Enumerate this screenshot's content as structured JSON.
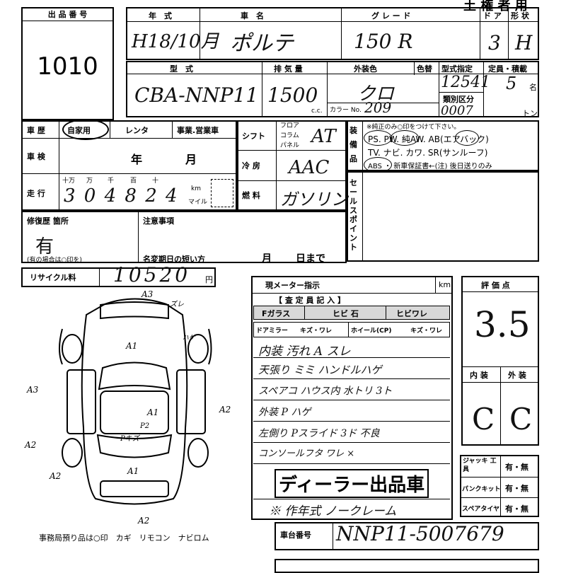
{
  "header": {
    "corner_label": "出 品 番 号",
    "lot_number": "1010",
    "top_right": "土 権 者 用",
    "col_year": "年　式",
    "col_model": "車　名",
    "col_grade": "グ レ ー ド",
    "col_door": "ド ア",
    "col_shape": "形 状",
    "year_value": "H18/10月",
    "model_value": "ポルテ",
    "grade_value": "150 R",
    "door_value": "3",
    "shape_value": "H"
  },
  "spec": {
    "col_type": "型　式",
    "col_disp": "排 気 量",
    "col_color": "外装色",
    "col_color2": "色替",
    "col_designation": "型式指定",
    "col_capacity": "定員・積載",
    "type_value": "CBA-NNP11",
    "disp_value": "1500",
    "disp_unit": "c.c.",
    "color_value": "クロ",
    "color_no_label": "カラー No.",
    "color_no": "209",
    "designation_value": "12541",
    "class_label": "類別区分",
    "class_value": "0007",
    "capacity_value": "5",
    "capacity_unit": "名",
    "ton_unit": "トン"
  },
  "history": {
    "label": "車 歴",
    "options": [
      "自家用",
      "レンタ",
      "事業.営業車"
    ],
    "inspect_label": "車 検",
    "year_unit": "年",
    "month_unit": "月",
    "mileage_label": "走 行",
    "digit_units": [
      "十万",
      "万",
      "千",
      "百",
      "十",
      "km"
    ],
    "mileage_value": "3 0 4 8 2 4",
    "mile_label": "マイル"
  },
  "mid": {
    "shift_label": "シフト",
    "shift_opts": [
      "フロア",
      "コラム",
      "パネル"
    ],
    "shift_value": "AT",
    "ac_label": "冷 房",
    "ac_value": "AAC",
    "fuel_label": "燃 料",
    "fuel_value": "ガソリン"
  },
  "equipment": {
    "label": "装 備 品",
    "note": "※純正のみ○印をつけて下さい。",
    "line1": "PS. PW. 純AW. AB(エアバック)",
    "line2": "TV. ナビ. カワ. SR(サンルーフ)",
    "line3": "ABS ・ 新車保証書←(注) 後日送りのみ"
  },
  "sales_point_label": "セールスポイント",
  "repair": {
    "label": "修復歴 箇所",
    "value": "有",
    "note": "(有の場合は○印を)",
    "caution_label": "注意事項",
    "name_change": "名変期日の短い方",
    "month": "月",
    "day": "日まで"
  },
  "recycle": {
    "label": "リサイクル料",
    "value": "10520",
    "unit": "円"
  },
  "meter": {
    "label": "現メーター指示",
    "unit": "km",
    "verified": "【 査 定 員 記 入 】",
    "fglass": "Fガラス",
    "fglass_val": "ヒビ 石",
    "fglass_crack": "ヒビワレ",
    "mirror": "ドアミラー",
    "mirror_val": "キズ・ワレ",
    "wheel": "ホイール(CP)",
    "wheel_val": "キズ・ワレ"
  },
  "notes": [
    "内装 汚れ A スレ",
    "天張り ミミ   ハンドルハゲ",
    "スペアコ ハウス内 水トリ 3ト",
    "外装 P ハゲ",
    "左側り Pスライド 3ド 不良",
    "コンソールフタ ワレ ×"
  ],
  "dealer_stamp": "ディーラー出品車",
  "footnote": "※ 作年式 ノークレーム",
  "score": {
    "label": "評 価 点",
    "value": "3.5",
    "interior_label": "内 装",
    "exterior_label": "外 装",
    "interior": "C",
    "exterior": "C"
  },
  "tools": [
    {
      "label": "ジャッキ 工 具",
      "value": "有・無"
    },
    {
      "label": "パンクキット",
      "value": "有・無"
    },
    {
      "label": "スペアタイヤ",
      "value": "有・無"
    }
  ],
  "chassis": {
    "label": "車台番号",
    "value": "NNP11-5007679"
  },
  "diagram_marks": [
    "A3",
    "ズレ",
    "A1",
    "ハゲ",
    "A3",
    "A2",
    "A1",
    "A2",
    "A2",
    "A1",
    "A2",
    "Pキズ",
    "P2"
  ],
  "keys_note": "事務局預り品は○印　カギ　リモコン　ナビロム"
}
